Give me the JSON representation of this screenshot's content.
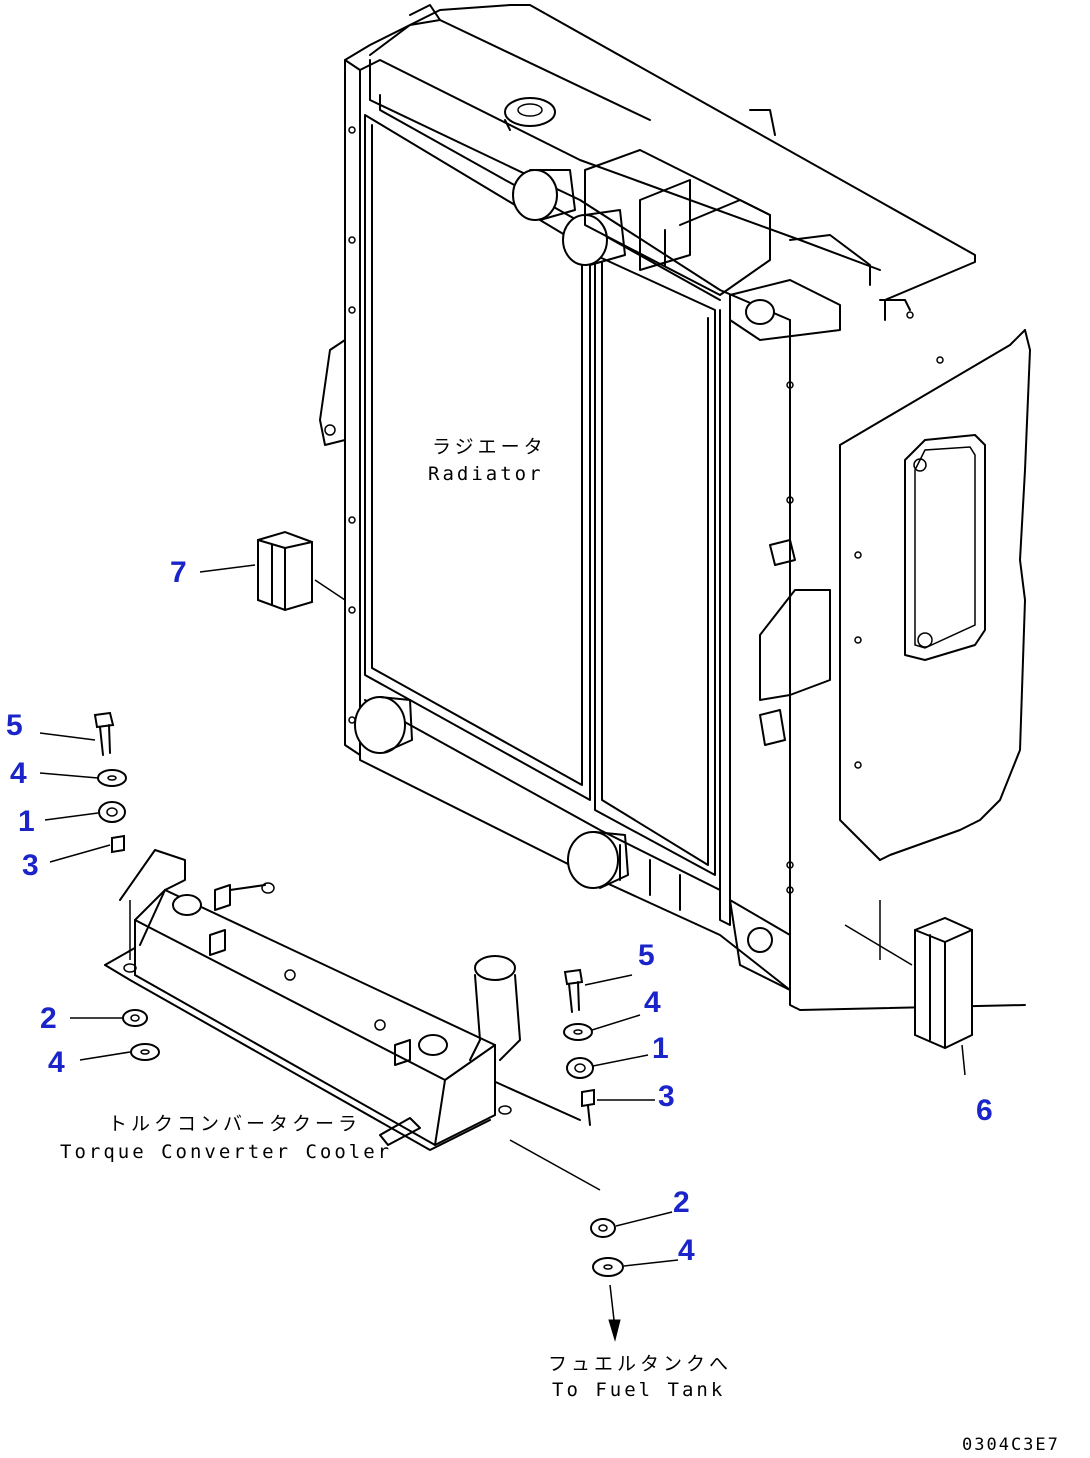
{
  "diagram": {
    "labels": {
      "radiator_jp": "ラジエータ",
      "radiator_en": "Radiator",
      "cooler_jp": "トルクコンバータクーラ",
      "cooler_en": "Torque Converter Cooler",
      "fueltank_jp": "フュエルタンクへ",
      "fueltank_en": "To Fuel Tank",
      "drawing_code": "0304C3E7"
    },
    "callouts": {
      "c7": "7",
      "c5a": "5",
      "c4a": "4",
      "c1a": "1",
      "c3a": "3",
      "c2a": "2",
      "c4b": "4",
      "c5b": "5",
      "c4c": "4",
      "c1b": "1",
      "c3b": "3",
      "c6": "6",
      "c2b": "2",
      "c4d": "4"
    },
    "accent_color": "#1a24c8"
  }
}
